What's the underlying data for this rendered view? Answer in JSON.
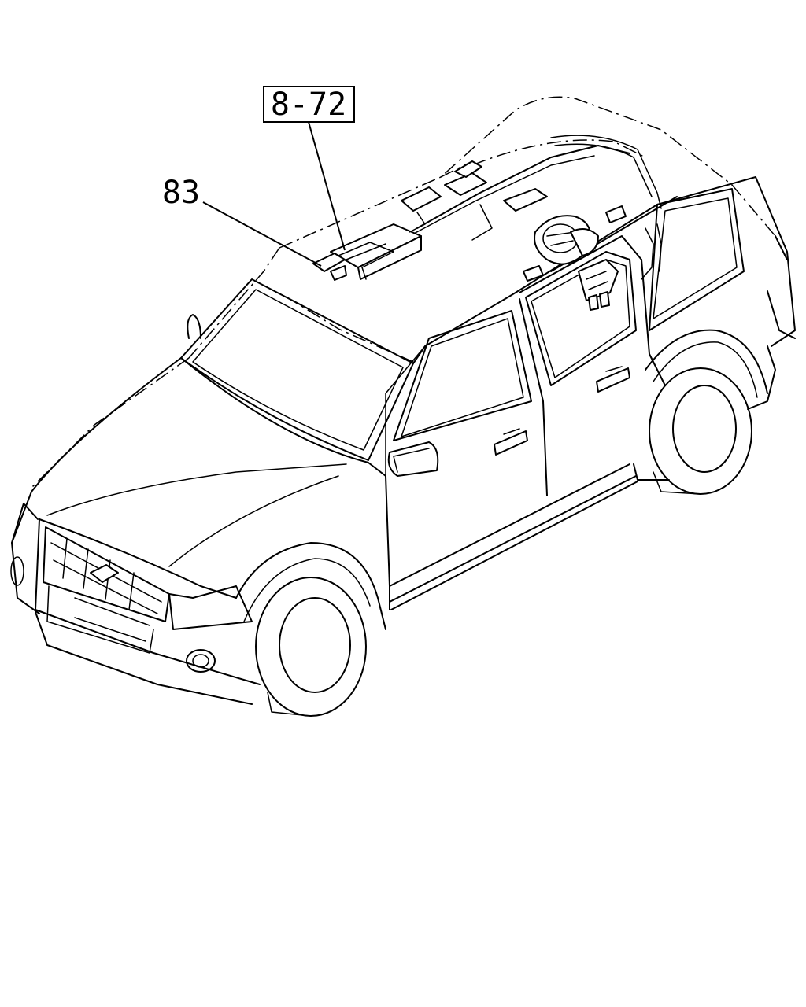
{
  "callouts": [
    {
      "id": "boxed",
      "text": "8-72"
    },
    {
      "id": "part",
      "text": "83"
    }
  ],
  "colors": {
    "line": "#000000",
    "background": "#ffffff"
  }
}
